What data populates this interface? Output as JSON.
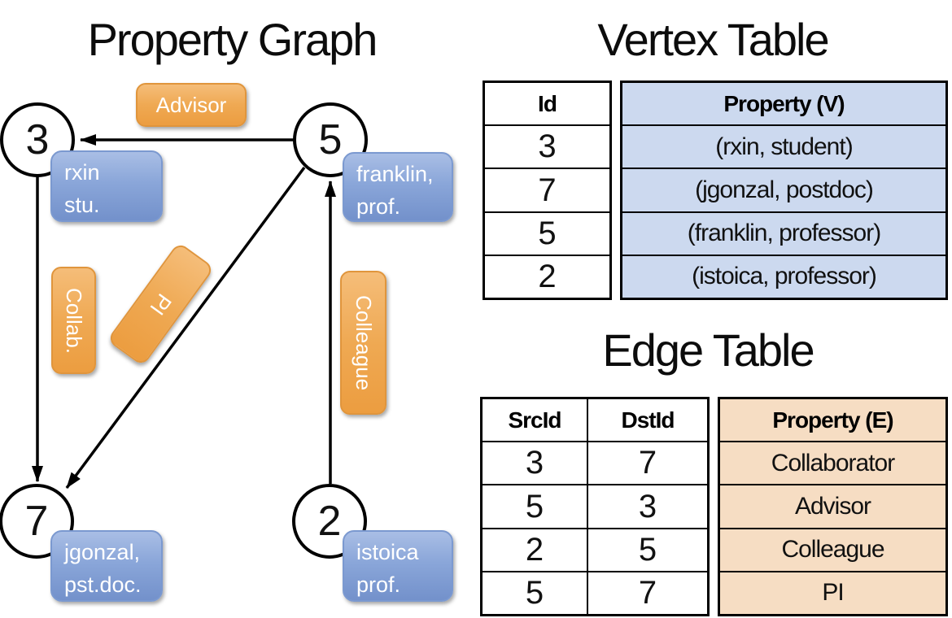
{
  "graph": {
    "title": "Property Graph",
    "nodes": [
      {
        "id": "3"
      },
      {
        "id": "5"
      },
      {
        "id": "7"
      },
      {
        "id": "2"
      }
    ],
    "vertex_boxes": [
      {
        "line1": "rxin",
        "line2": "stu."
      },
      {
        "line1": "franklin,",
        "line2": "prof."
      },
      {
        "line1": "jgonzal,",
        "line2": "pst.doc."
      },
      {
        "line1": "istoica",
        "line2": "prof."
      }
    ],
    "edge_labels": [
      {
        "label": "Advisor"
      },
      {
        "label": "Collab."
      },
      {
        "label": "PI"
      },
      {
        "label": "Colleague"
      }
    ]
  },
  "vertex_table": {
    "title": "Vertex Table",
    "columns": {
      "id": "Id",
      "property": "Property (V)"
    },
    "rows": [
      {
        "id": "3",
        "property": "(rxin, student)"
      },
      {
        "id": "7",
        "property": "(jgonzal, postdoc)"
      },
      {
        "id": "5",
        "property": "(franklin, professor)"
      },
      {
        "id": "2",
        "property": "(istoica, professor)"
      }
    ]
  },
  "edge_table": {
    "title": "Edge Table",
    "columns": {
      "src": "SrcId",
      "dst": "DstId",
      "property": "Property (E)"
    },
    "rows": [
      {
        "src": "3",
        "dst": "7",
        "property": "Collaborator"
      },
      {
        "src": "5",
        "dst": "3",
        "property": "Advisor"
      },
      {
        "src": "2",
        "dst": "5",
        "property": "Colleague"
      },
      {
        "src": "5",
        "dst": "7",
        "property": "PI"
      }
    ]
  },
  "colors": {
    "edge_label_fill": "#efa953",
    "vertex_label_fill": "#8aa6d9",
    "vertex_table_fill": "#ccd9ef",
    "edge_table_fill": "#f6ddc3",
    "line": "#000000"
  }
}
